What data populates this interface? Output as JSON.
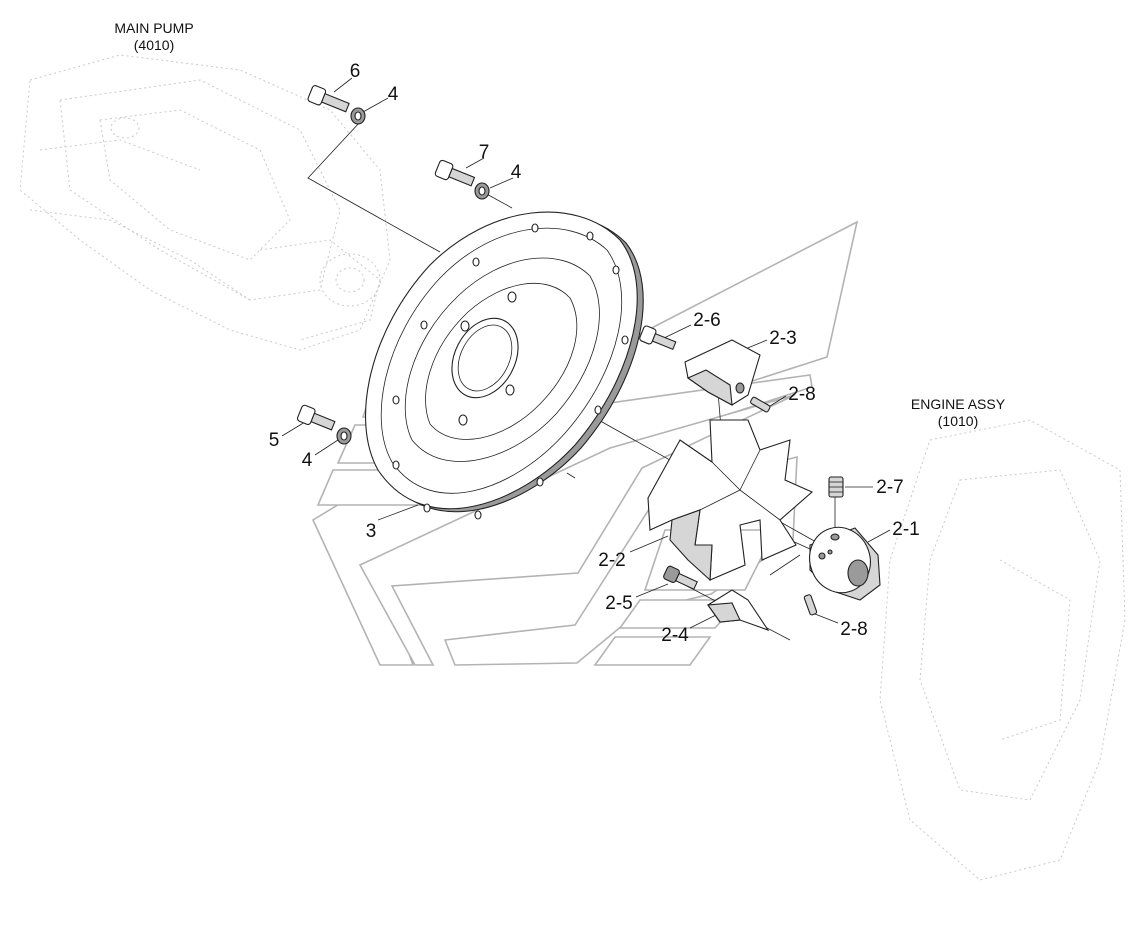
{
  "captions": {
    "main_pump": "MAIN PUMP",
    "main_pump_code": "(4010)",
    "engine_assy": "ENGINE ASSY",
    "engine_assy_code": "(1010)"
  },
  "labels": {
    "p6": "6",
    "p4_top": "4",
    "p7": "7",
    "p4_mid": "4",
    "p5": "5",
    "p4_low": "4",
    "p3": "3",
    "p2_6": "2-6",
    "p2_3": "2-3",
    "p2_8_top": "2-8",
    "p2_7": "2-7",
    "p2_1": "2-1",
    "p2_2": "2-2",
    "p2_5": "2-5",
    "p2_4": "2-4",
    "p2_8_bot": "2-8"
  }
}
